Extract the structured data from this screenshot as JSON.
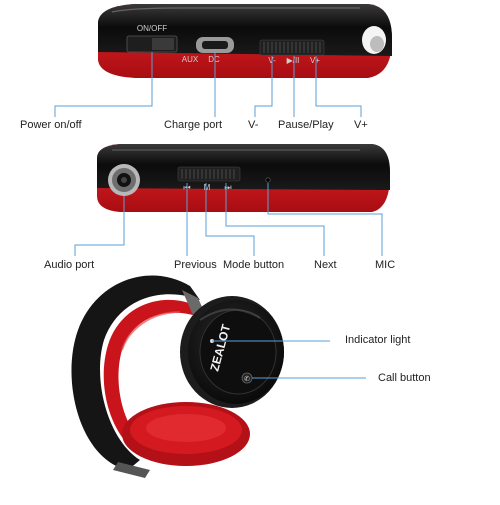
{
  "top_device": {
    "switch_label": "ON/OFF",
    "aux_label": "AUX",
    "dc_label": "DC",
    "vminus_label": "V-",
    "play_label": "▶/II",
    "vplus_label": "V+"
  },
  "side_device": {
    "prev_glyph": "⏮",
    "mode_glyph": "M",
    "next_glyph": "⏭"
  },
  "brand": "ZEALOT",
  "callouts": {
    "power": "Power on/off",
    "charge": "Charge port",
    "vminus": "V-",
    "pause_play": "Pause/Play",
    "vplus": "V+",
    "audio_port": "Audio port",
    "previous": "Previous",
    "mode": "Mode button",
    "next": "Next",
    "mic": "MIC",
    "indicator": "Indicator light",
    "call": "Call button"
  },
  "colors": {
    "red": "#d4161c",
    "black": "#111111",
    "line": "#5aa0d8"
  }
}
